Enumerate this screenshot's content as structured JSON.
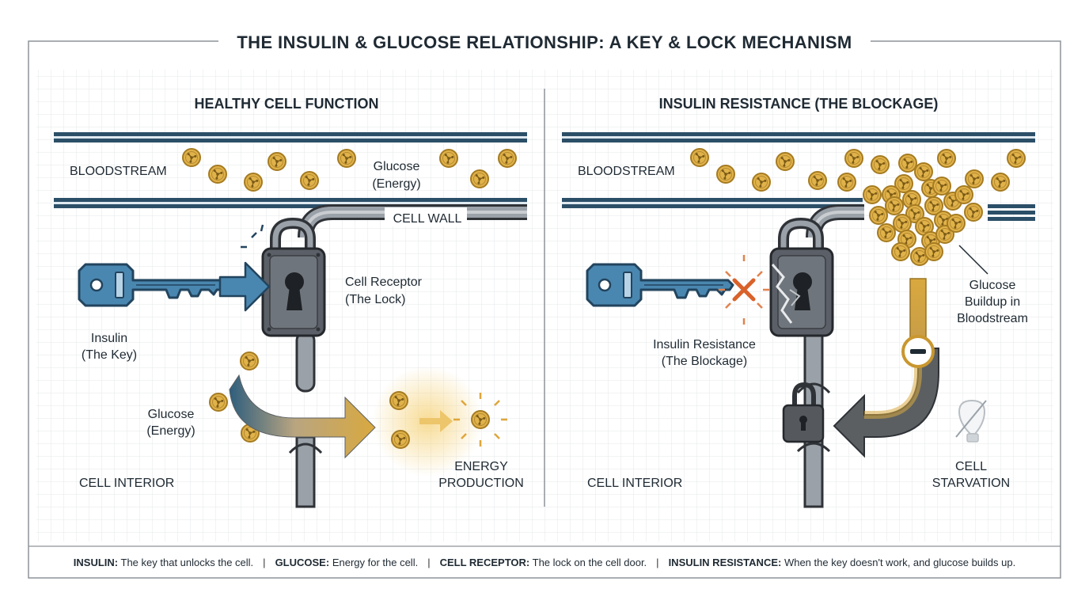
{
  "title": "THE INSULIN & GLUCOSE RELATIONSHIP: A KEY & LOCK MECHANISM",
  "colors": {
    "key_blue": "#3f7fa8",
    "key_stroke": "#22445e",
    "glucose_gold": "#d9a93f",
    "glucose_stroke": "#9a7422",
    "lock_gray": "#5b6068",
    "wall_blue": "#2c4f68",
    "blocked_red": "#d9622b",
    "grid_line": "#e4e7ea"
  },
  "icons": {
    "key": "key-icon",
    "lock": "padlock-icon",
    "broken_lock": "broken-padlock-icon",
    "small_lock": "small-padlock-icon",
    "glucose": "glucose-molecule-icon",
    "energy": "energy-burst-icon",
    "blocked": "x-mark-icon",
    "minus": "minus-circle-icon",
    "bulb": "crossed-lightbulb-icon"
  },
  "healthy": {
    "heading": "HEALTHY CELL FUNCTION",
    "bloodstream": "BLOODSTREAM",
    "glucose_line1": "Glucose",
    "glucose_line2": "(Energy)",
    "cell_wall": "CELL WALL",
    "receptor_line1": "Cell Receptor",
    "receptor_line2": "(The Lock)",
    "insulin_line1": "Insulin",
    "insulin_line2": "(The Key)",
    "glucose2_line1": "Glucose",
    "glucose2_line2": "(Energy)",
    "energy_line1": "ENERGY",
    "energy_line2": "PRODUCTION",
    "interior": "CELL INTERIOR"
  },
  "resistance": {
    "heading": "INSULIN RESISTANCE (THE BLOCKAGE)",
    "bloodstream": "BLOODSTREAM",
    "resistance_line1": "Insulin Resistance",
    "resistance_line2": "(The Blockage)",
    "buildup_line1": "Glucose",
    "buildup_line2": "Buildup in",
    "buildup_line3": "Bloodstream",
    "starvation_line1": "CELL",
    "starvation_line2": "STARVATION",
    "interior": "CELL INTERIOR"
  },
  "legend": {
    "insulin_term": "INSULIN:",
    "insulin_def": "The key that unlocks the cell.",
    "glucose_term": "GLUCOSE:",
    "glucose_def": "Energy for the cell.",
    "receptor_term": "CELL RECEPTOR:",
    "receptor_def": "The lock on the cell door.",
    "resistance_term": "INSULIN RESISTANCE:",
    "resistance_def": "When the key doesn't work, and glucose builds up.",
    "separator": "|"
  }
}
